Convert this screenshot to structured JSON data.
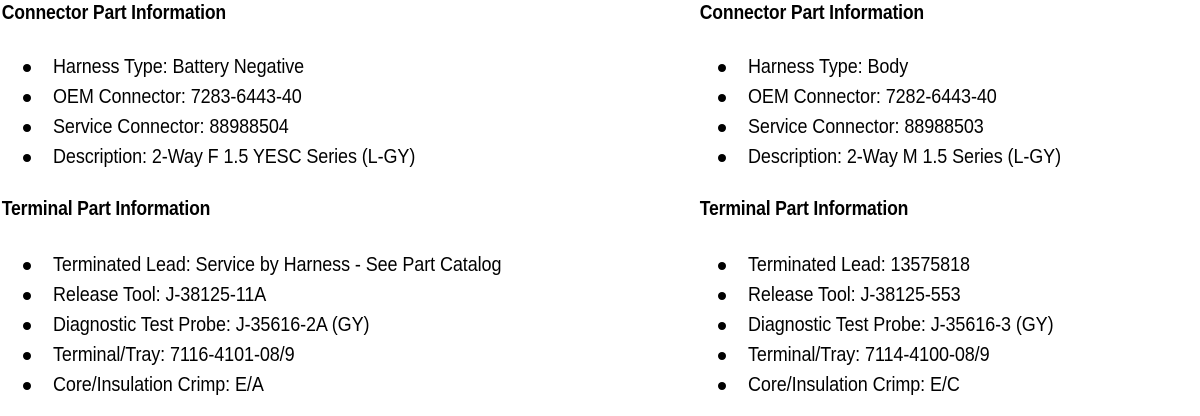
{
  "document": {
    "background_color": "#ffffff",
    "text_color": "#000000",
    "columns": [
      {
        "id": "left",
        "sections": [
          {
            "id": "connector-left",
            "heading": "Connector Part Information",
            "items": [
              "Harness Type: Battery Negative",
              "OEM Connector: 7283-6443-40",
              "Service Connector: 88988504",
              "Description: 2-Way F 1.5 YESC Series (L-GY)"
            ]
          },
          {
            "id": "terminal-left",
            "heading": "Terminal Part Information",
            "items": [
              "Terminated Lead: Service by Harness - See Part Catalog",
              "Release Tool: J-38125-11A",
              "Diagnostic Test Probe: J-35616-2A (GY)",
              "Terminal/Tray: 7116-4101-08/9",
              "Core/Insulation Crimp: E/A"
            ]
          }
        ]
      },
      {
        "id": "right",
        "sections": [
          {
            "id": "connector-right",
            "heading": "Connector Part Information",
            "items": [
              "Harness Type: Body",
              "OEM Connector: 7282-6443-40",
              "Service Connector: 88988503",
              "Description: 2-Way M 1.5 Series (L-GY)"
            ]
          },
          {
            "id": "terminal-right",
            "heading": "Terminal Part Information",
            "items": [
              "Terminated Lead: 13575818",
              "Release Tool: J-38125-553",
              "Diagnostic Test Probe: J-35616-3 (GY)",
              "Terminal/Tray: 7114-4100-08/9",
              "Core/Insulation Crimp: E/C"
            ]
          }
        ]
      }
    ]
  }
}
